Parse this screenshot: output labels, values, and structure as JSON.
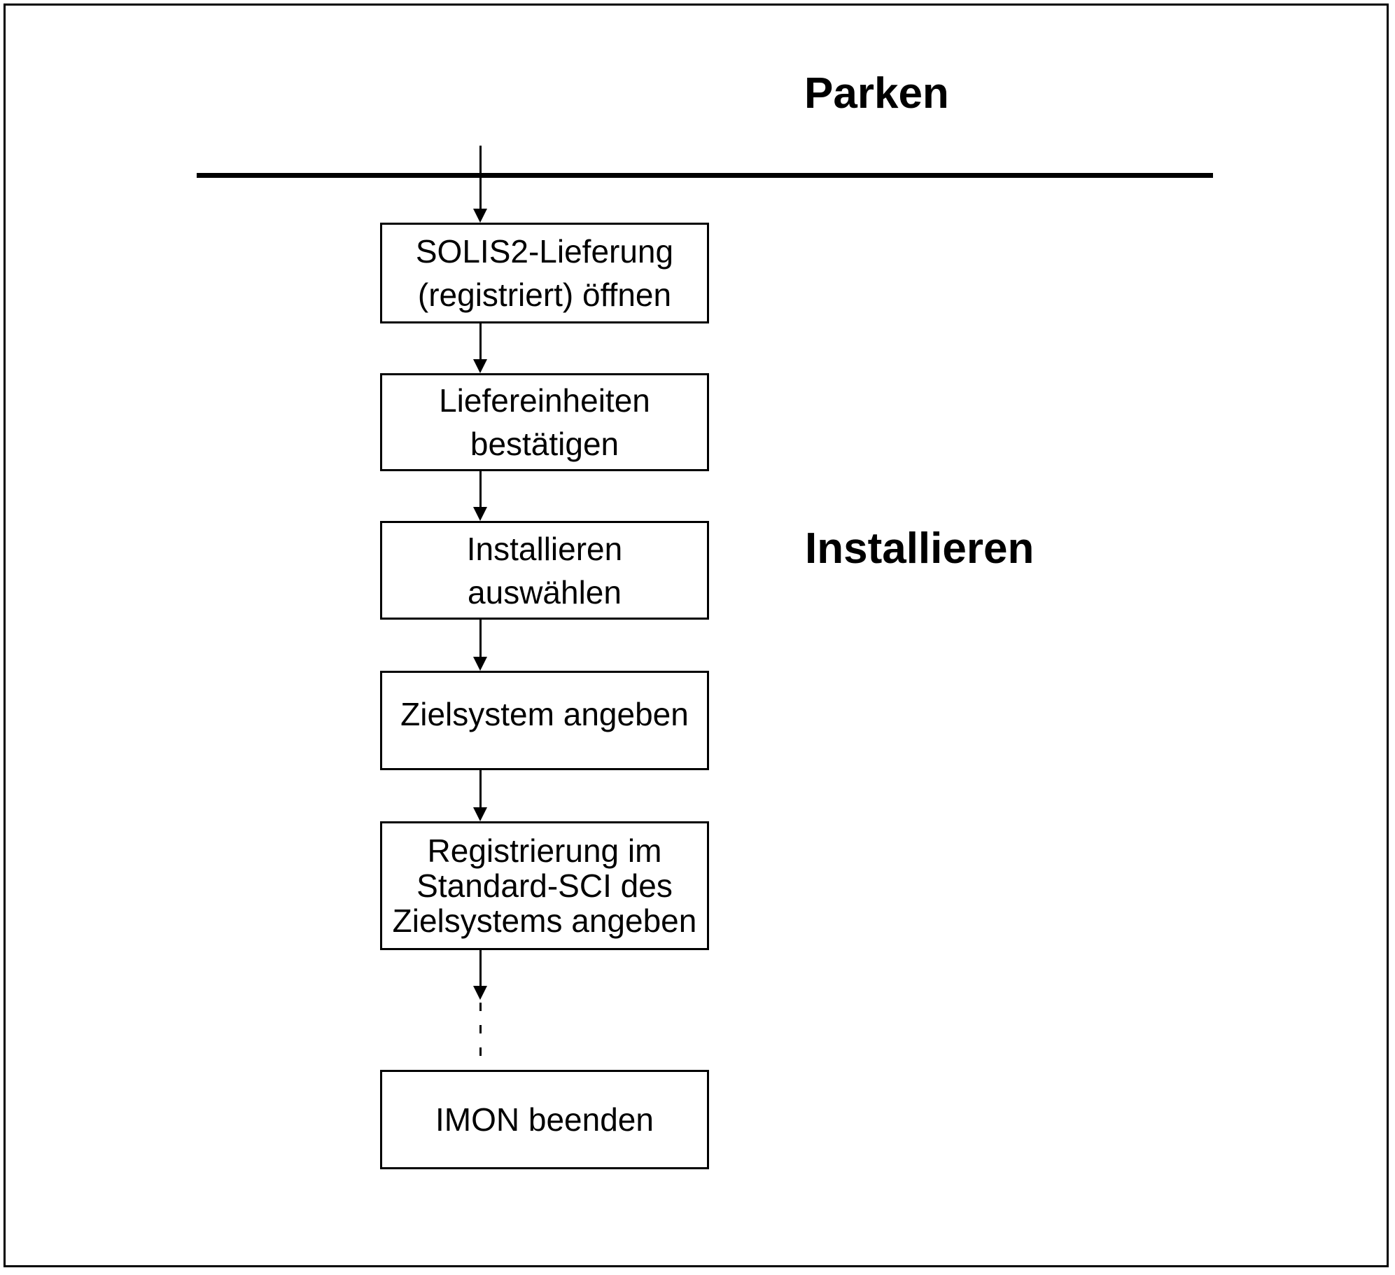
{
  "page": {
    "background": "#ffffff",
    "line_color": "#000000"
  },
  "flow": {
    "phase_labels": {
      "top": "Parken",
      "right": "Installieren"
    },
    "steps": [
      {
        "id": "solis2-lieferung-oeffnen",
        "lines": [
          "SOLIS2-Lieferung",
          "(registriert) öffnen"
        ]
      },
      {
        "id": "liefereinheiten-bestaetigen",
        "lines": [
          "Liefereinheiten",
          "bestätigen"
        ]
      },
      {
        "id": "installieren-auswaehlen",
        "lines": [
          "Installieren",
          "auswählen"
        ]
      },
      {
        "id": "zielsystem-angeben",
        "lines": [
          "Zielsystem angeben"
        ]
      },
      {
        "id": "registrierung-standard-sci",
        "lines": [
          "Registrierung im",
          "Standard-SCI des",
          "Zielsystems angeben"
        ]
      },
      {
        "id": "imon-beenden",
        "lines": [
          "IMON beenden"
        ]
      }
    ]
  }
}
